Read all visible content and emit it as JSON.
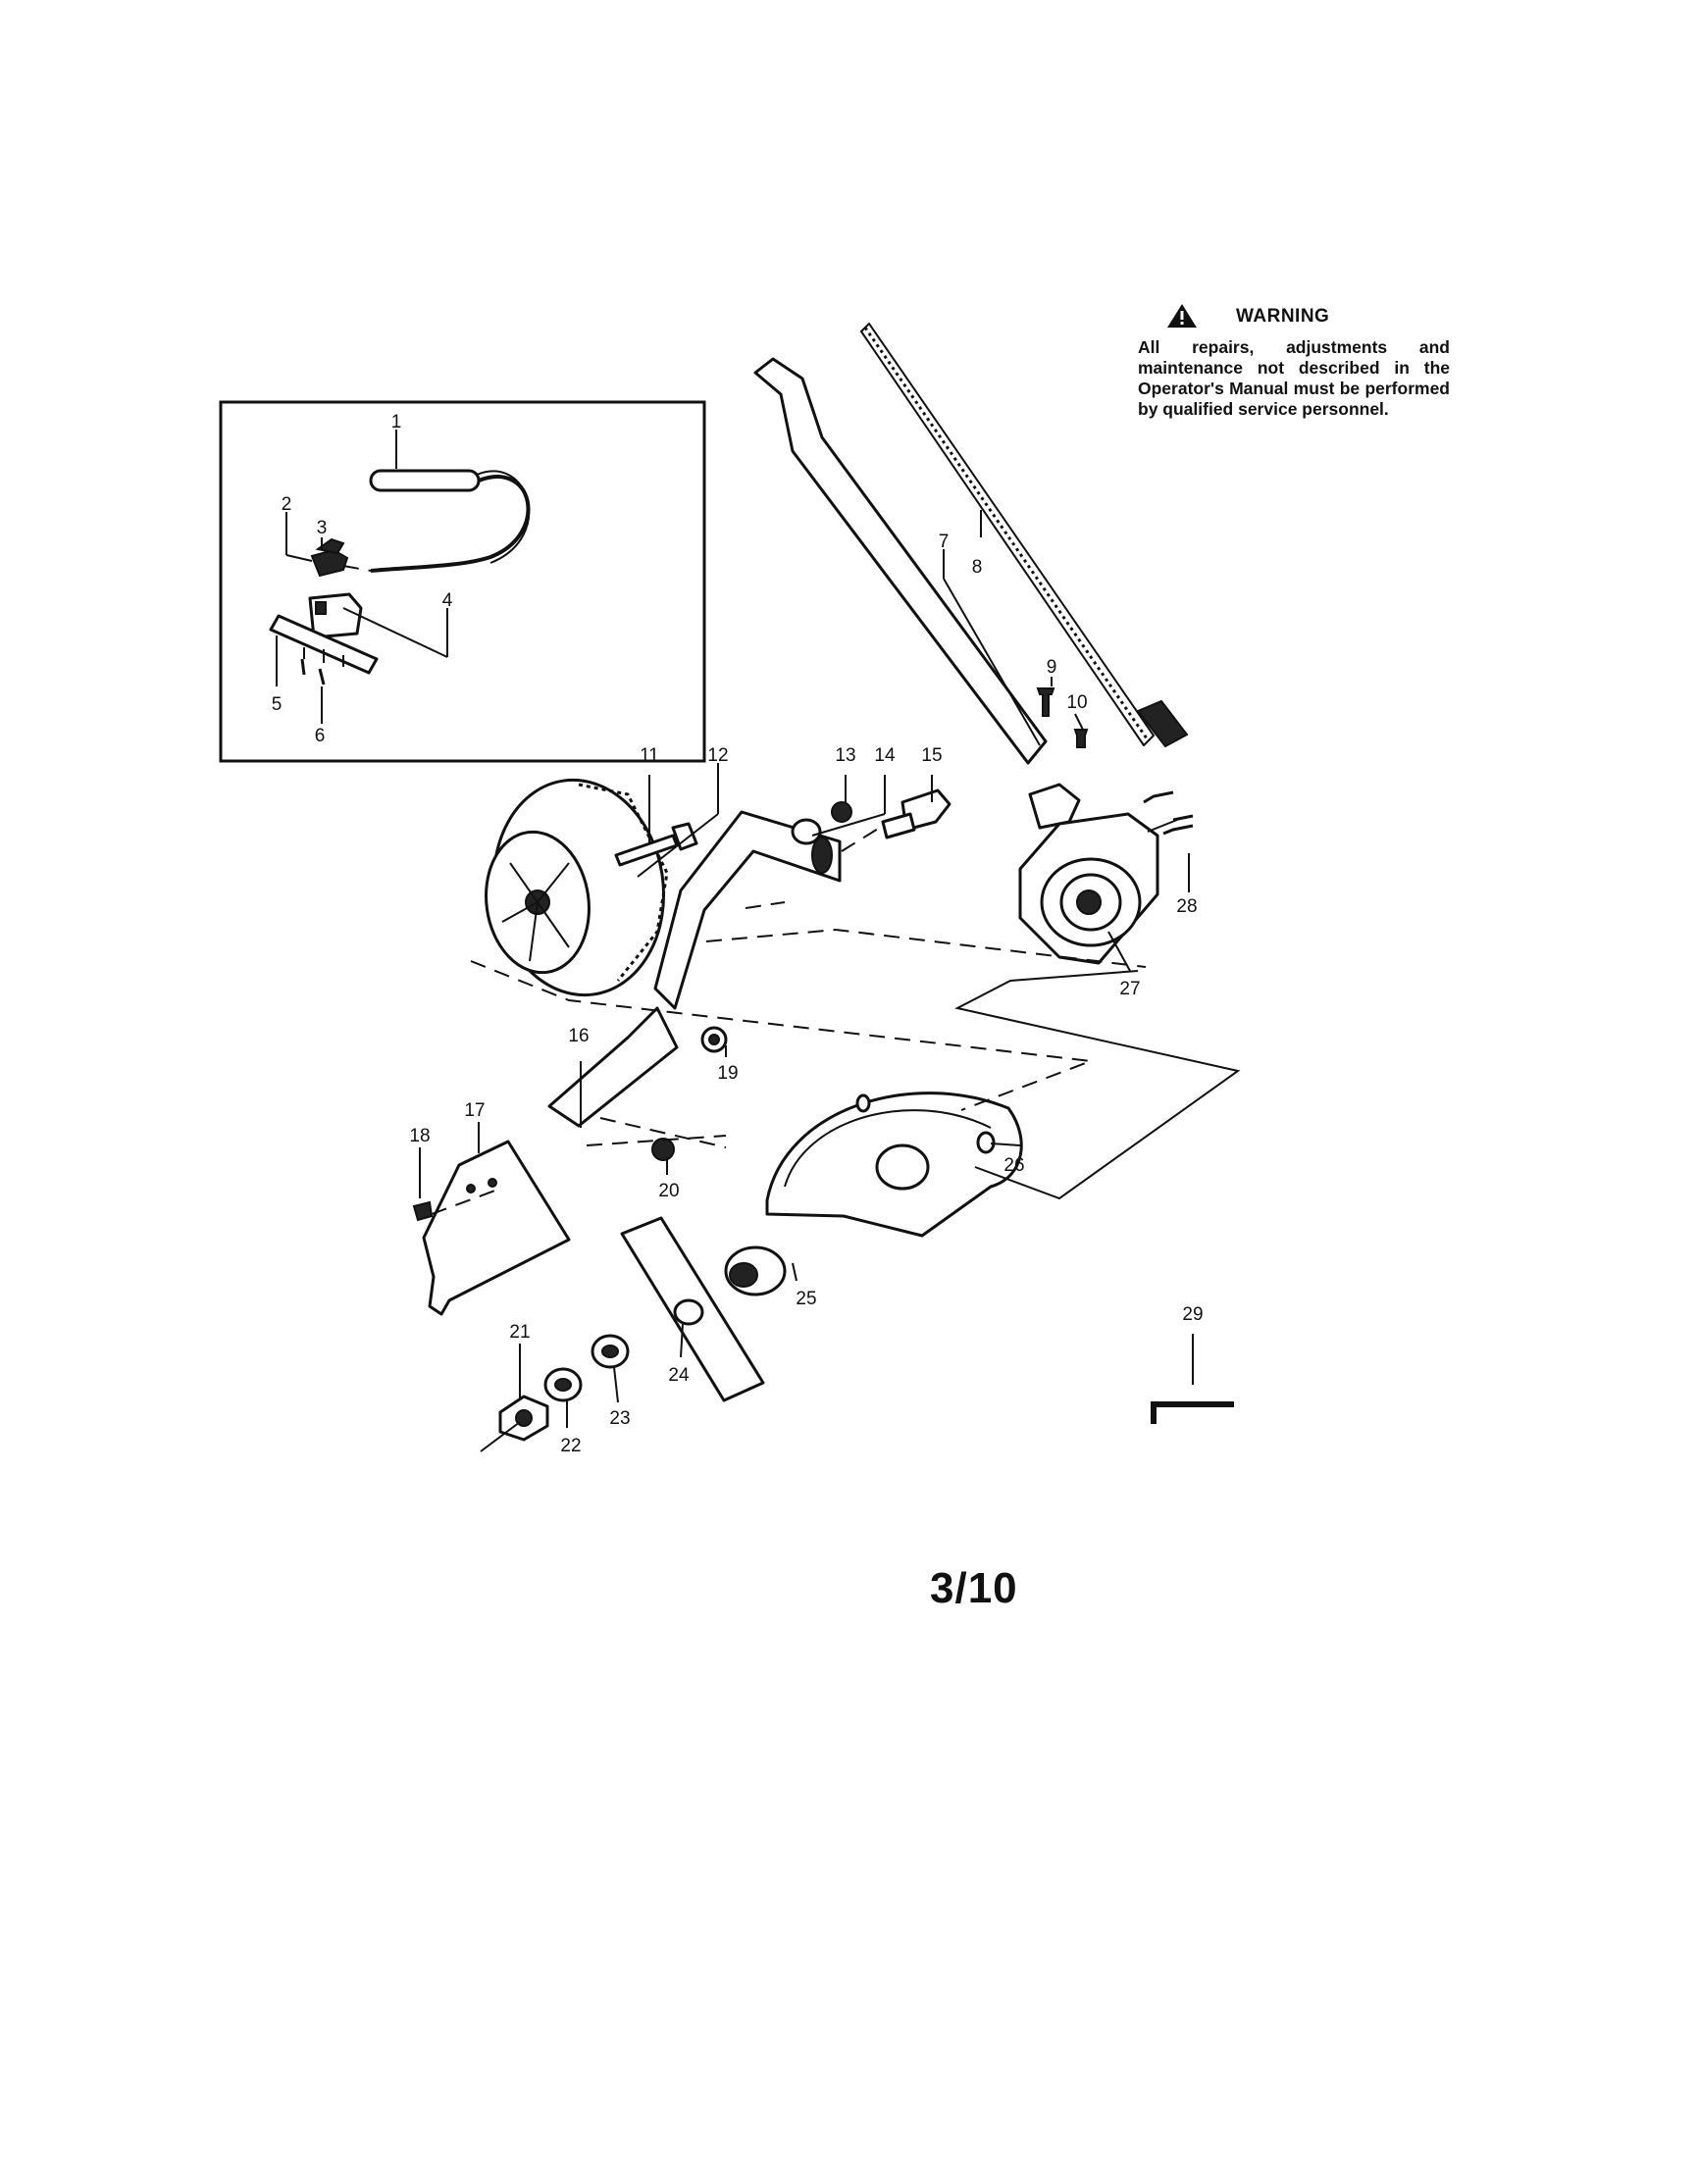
{
  "warning": {
    "title": "WARNING",
    "icon": "warning-triangle-icon",
    "text": "All repairs, adjustments and maintenance not described in the Operator's Manual must be performed by qualified service personnel."
  },
  "page_number": "3/10",
  "callouts": [
    "1",
    "2",
    "3",
    "4",
    "5",
    "6",
    "7",
    "8",
    "9",
    "10",
    "11",
    "12",
    "13",
    "14",
    "15",
    "16",
    "17",
    "18",
    "19",
    "20",
    "21",
    "22",
    "23",
    "24",
    "25",
    "26",
    "27",
    "28",
    "29"
  ]
}
